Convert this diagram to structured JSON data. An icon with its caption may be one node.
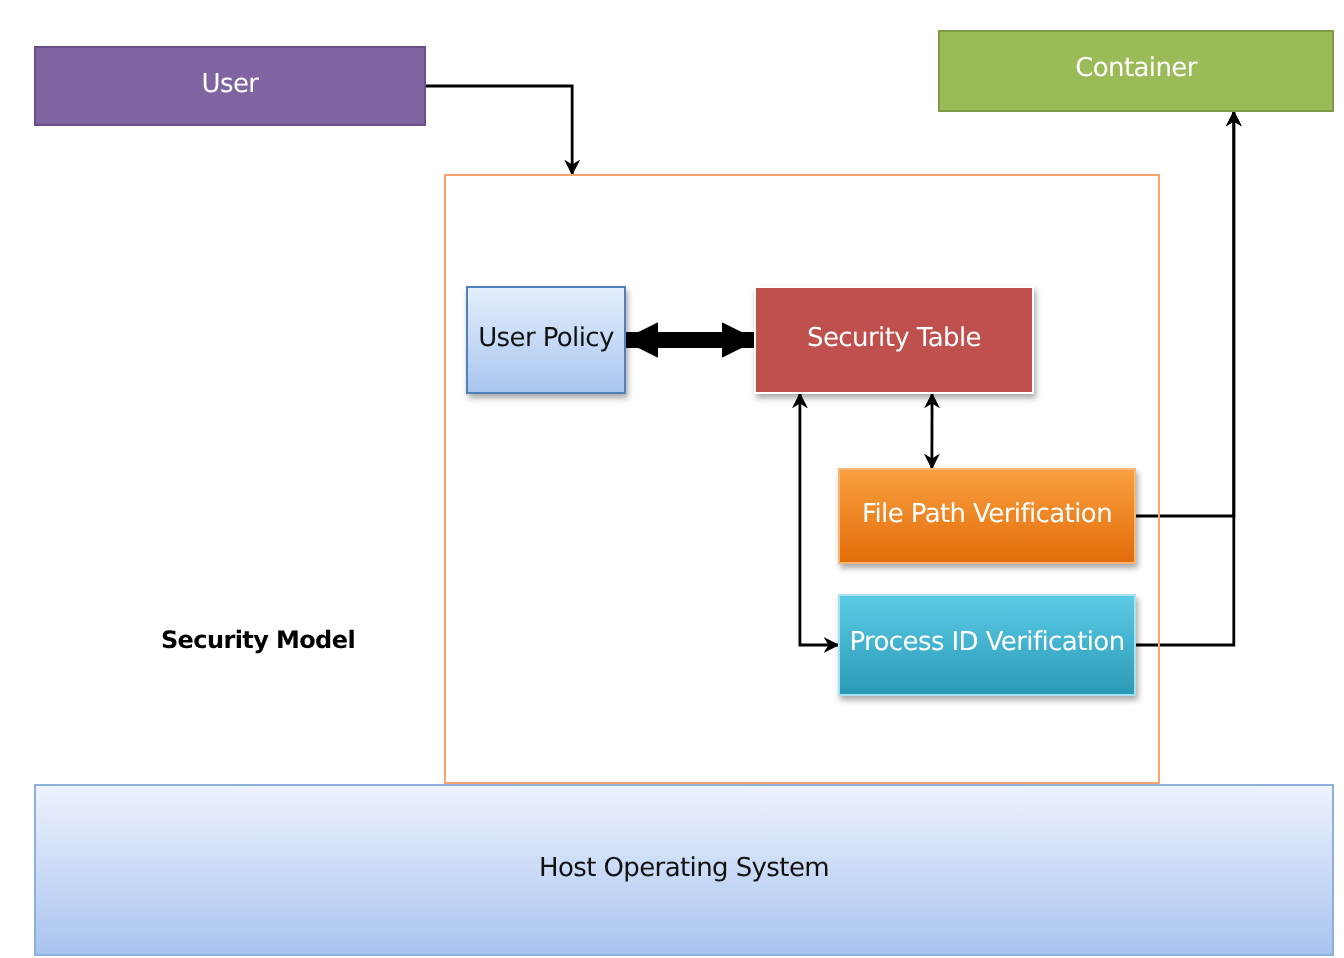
{
  "diagram": {
    "nodes": [
      {
        "text": [
          "User"
        ]
      },
      {
        "text": [
          "Container"
        ]
      },
      {
        "text": [
          "Security Model"
        ]
      },
      {
        "text": [
          "User Policy"
        ],
        "in": 2
      },
      {
        "text": [
          "Security Table"
        ],
        "in": 2
      },
      {
        "text": [
          "File Path Verification"
        ],
        "in": 2
      },
      {
        "text": [
          "Process ID Verification"
        ],
        "in": 2
      },
      {
        "text": [
          "Host Operating System"
        ]
      }
    ],
    "edges": [
      {
        "from": 0,
        "to": 2,
        "arrow": "to"
      },
      {
        "from": 3,
        "to": 4,
        "arrow": "both",
        "style": "thick"
      },
      {
        "from": 4,
        "to": 5,
        "arrow": "both"
      },
      {
        "from": 4,
        "to": 6,
        "arrow": "both"
      },
      {
        "from": 5,
        "to": 1,
        "arrow": "to"
      },
      {
        "from": 6,
        "to": 1,
        "arrow": "to"
      }
    ]
  }
}
